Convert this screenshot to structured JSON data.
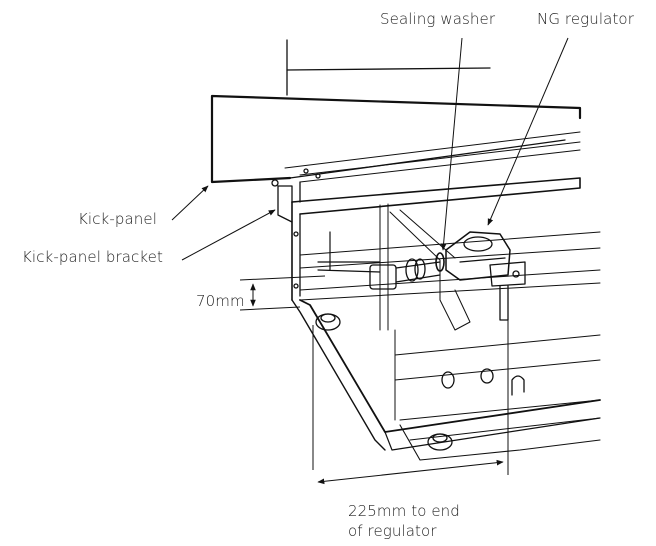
{
  "labels": {
    "sealing_washer": "Sealing washer",
    "ng_regulator": "NG regulator",
    "kick_panel": "Kick-panel",
    "kick_panel_bracket": "Kick-panel bracket",
    "height_dimension": "70mm",
    "regulator_distance_line1": "225mm to end",
    "regulator_distance_line2": "of regulator"
  }
}
